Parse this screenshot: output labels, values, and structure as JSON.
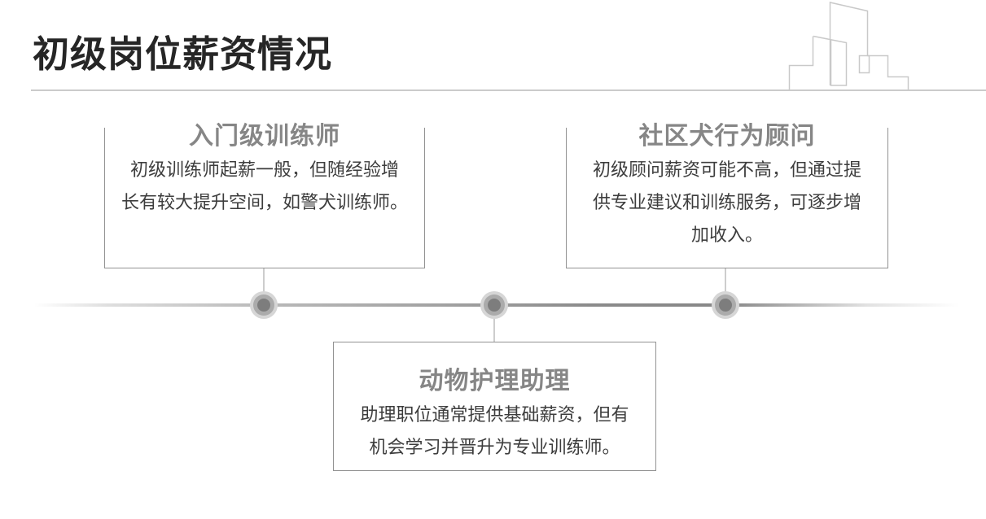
{
  "slide": {
    "title": "初级岗位薪资情况"
  },
  "cards": [
    {
      "title": "入门级训练师",
      "body": "初级训练师起薪一般，但随经验增\n长有较大提升空间，如警犬训练师。"
    },
    {
      "title": "社区犬行为顾问",
      "body": "初级顾问薪资可能不高，但通过提\n供专业建议和训练服务，可逐步增\n加收入。"
    },
    {
      "title": "动物护理助理",
      "body": "助理职位通常提供基础薪资，但有\n机会学习并晋升为专业训练师。"
    }
  ],
  "timeline": {
    "node_count": 3
  },
  "icons": {
    "skyline": "building-skyline-outline-icon"
  },
  "colors": {
    "title_text": "#262626",
    "card_title_text": "#868686",
    "body_text": "#3d3d3d",
    "card_border": "#929292",
    "rule_line": "#cbcbcb",
    "timeline_dark": "#878787",
    "dot_inner": "#7d7d7d",
    "dot_mid_ring": "#ababab",
    "dot_outer_ring": "#d6d6d6"
  }
}
